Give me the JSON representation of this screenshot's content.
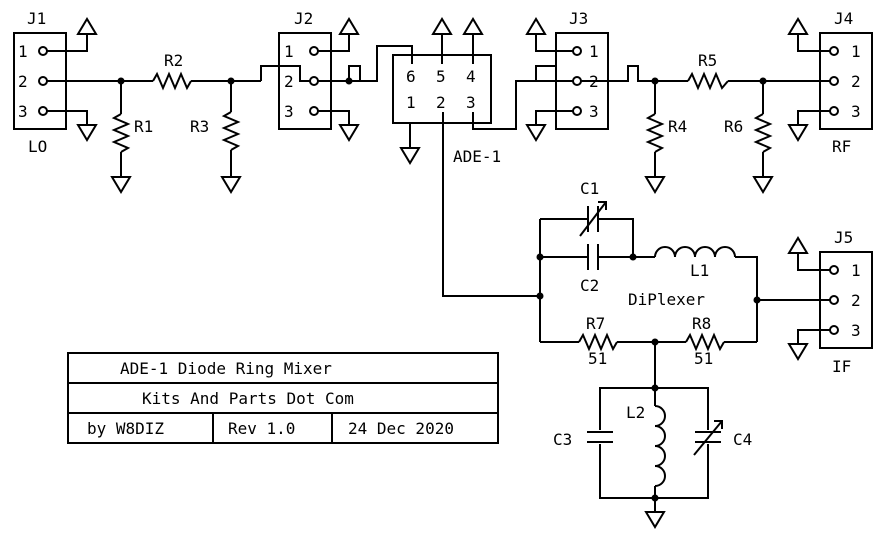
{
  "connectors": {
    "j1": {
      "ref": "J1",
      "pins": [
        "1",
        "2",
        "3"
      ],
      "label": "LO"
    },
    "j2": {
      "ref": "J2",
      "pins": [
        "1",
        "2",
        "3"
      ]
    },
    "j3": {
      "ref": "J3",
      "pins": [
        "1",
        "2",
        "3"
      ]
    },
    "j4": {
      "ref": "J4",
      "pins": [
        "1",
        "2",
        "3"
      ],
      "label": "RF"
    },
    "j5": {
      "ref": "J5",
      "pins": [
        "1",
        "2",
        "3"
      ],
      "label": "IF"
    }
  },
  "mixer": {
    "ref": "ADE-1",
    "pins_top": [
      "6",
      "5",
      "4"
    ],
    "pins_bottom": [
      "1",
      "2",
      "3"
    ]
  },
  "components": {
    "r1": {
      "ref": "R1"
    },
    "r2": {
      "ref": "R2"
    },
    "r3": {
      "ref": "R3"
    },
    "r4": {
      "ref": "R4"
    },
    "r5": {
      "ref": "R5"
    },
    "r6": {
      "ref": "R6"
    },
    "r7": {
      "ref": "R7",
      "value": "51"
    },
    "r8": {
      "ref": "R8",
      "value": "51"
    },
    "c1": {
      "ref": "C1"
    },
    "c2": {
      "ref": "C2"
    },
    "c3": {
      "ref": "C3"
    },
    "c4": {
      "ref": "C4"
    },
    "l1": {
      "ref": "L1"
    },
    "l2": {
      "ref": "L2"
    }
  },
  "diplexer_label": "DiPlexer",
  "title_block": {
    "title": "ADE-1 Diode Ring Mixer",
    "company": "Kits And Parts Dot Com",
    "author": "by W8DIZ",
    "revision": "Rev 1.0",
    "date": "24 Dec 2020"
  }
}
